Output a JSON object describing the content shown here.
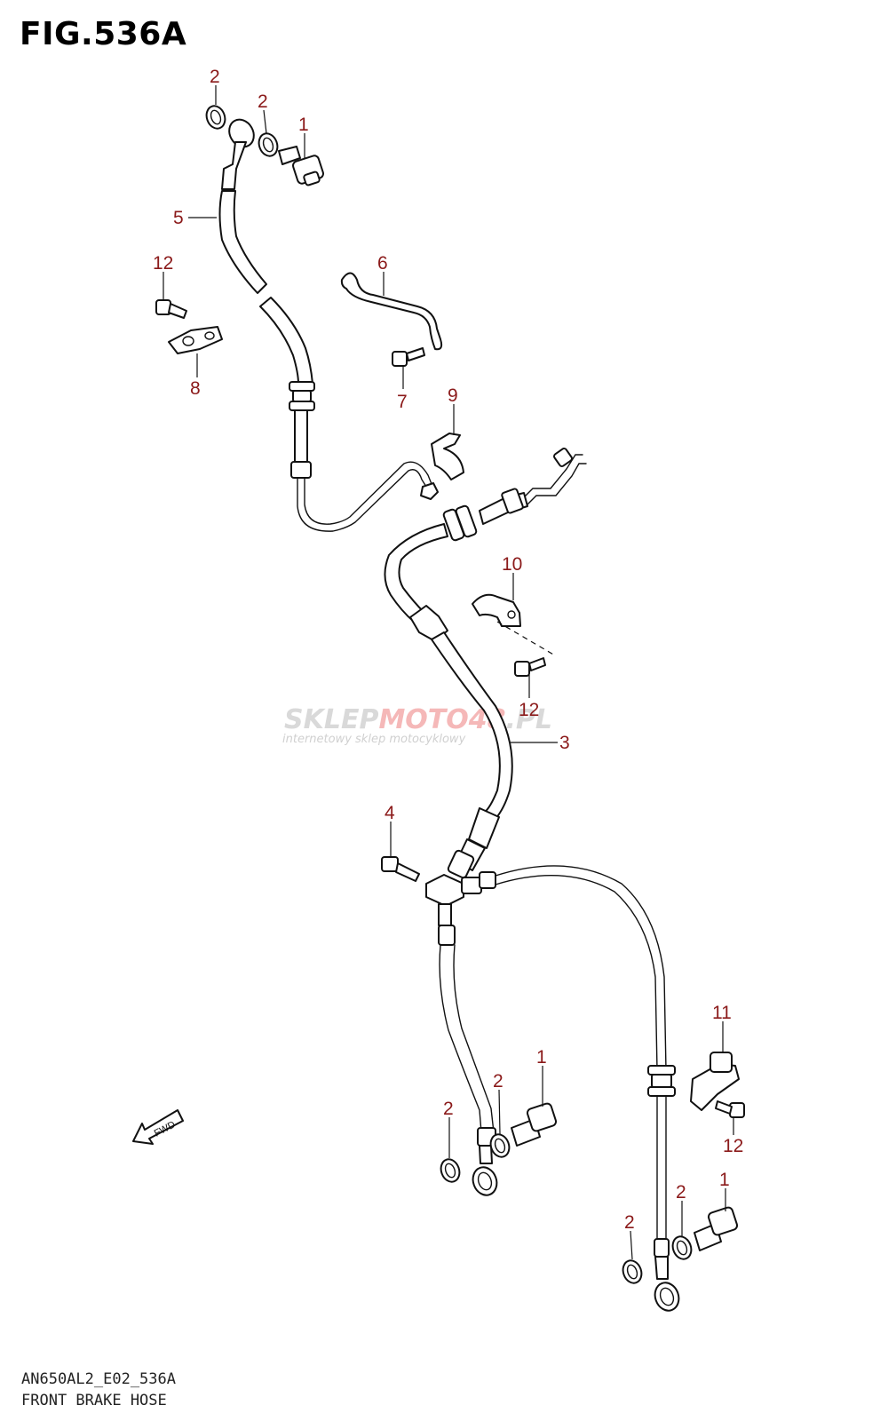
{
  "figure": {
    "title": "FIG.536A"
  },
  "footer": {
    "code": "AN650AL2_E02_536A",
    "name": "FRONT BRAKE HOSE"
  },
  "watermark": {
    "brand_a": "SKLEP",
    "brand_b": "MOTO",
    "brand_c": "48",
    "brand_d": ".PL",
    "tagline": "internetowy sklep motocyklowy"
  },
  "fwd_label": "FWD",
  "callouts": {
    "c1a": "1",
    "c1b": "1",
    "c1c": "1",
    "c2a": "2",
    "c2b": "2",
    "c2c": "2",
    "c2d": "2",
    "c2e": "2",
    "c2f": "2",
    "c3": "3",
    "c4": "4",
    "c5": "5",
    "c6": "6",
    "c7": "7",
    "c8": "8",
    "c9": "9",
    "c10": "10",
    "c11": "11",
    "c12a": "12",
    "c12b": "12",
    "c12c": "12"
  },
  "colors": {
    "callout": "#8b1a1a",
    "line": "#111111",
    "watermark_grey": "#d9d9d9",
    "watermark_red": "#f5b8b8"
  }
}
